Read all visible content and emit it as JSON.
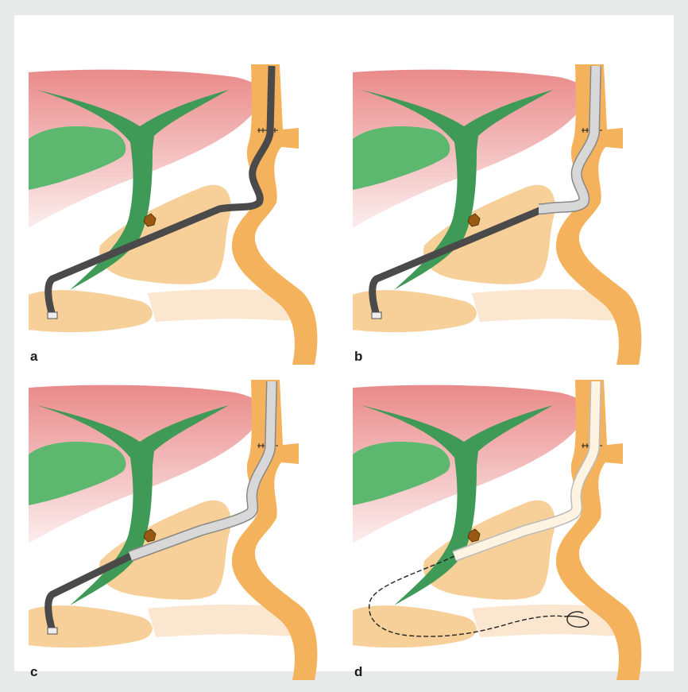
{
  "panels": [
    {
      "label": "a",
      "stage": "endoscope-in-duodenum"
    },
    {
      "label": "b",
      "stage": "overtube-advanced-to-pylorus"
    },
    {
      "label": "c",
      "stage": "overtube-advanced-into-bulb"
    },
    {
      "label": "d",
      "stage": "endoscope-withdrawn-guidewire-in-place"
    }
  ],
  "colors": {
    "background": "#e8eaea",
    "liver": "#ea8a8a",
    "bile_duct": "#3e9a56",
    "gallbladder": "#5cb86e",
    "pancreas": "#f7cf98",
    "duodenum": "#f5b25c",
    "intestine": "#fbe7cf",
    "endoscope": "#4a4a4a",
    "overtube": "#d8d8d8",
    "stone": "#9a5a14"
  }
}
